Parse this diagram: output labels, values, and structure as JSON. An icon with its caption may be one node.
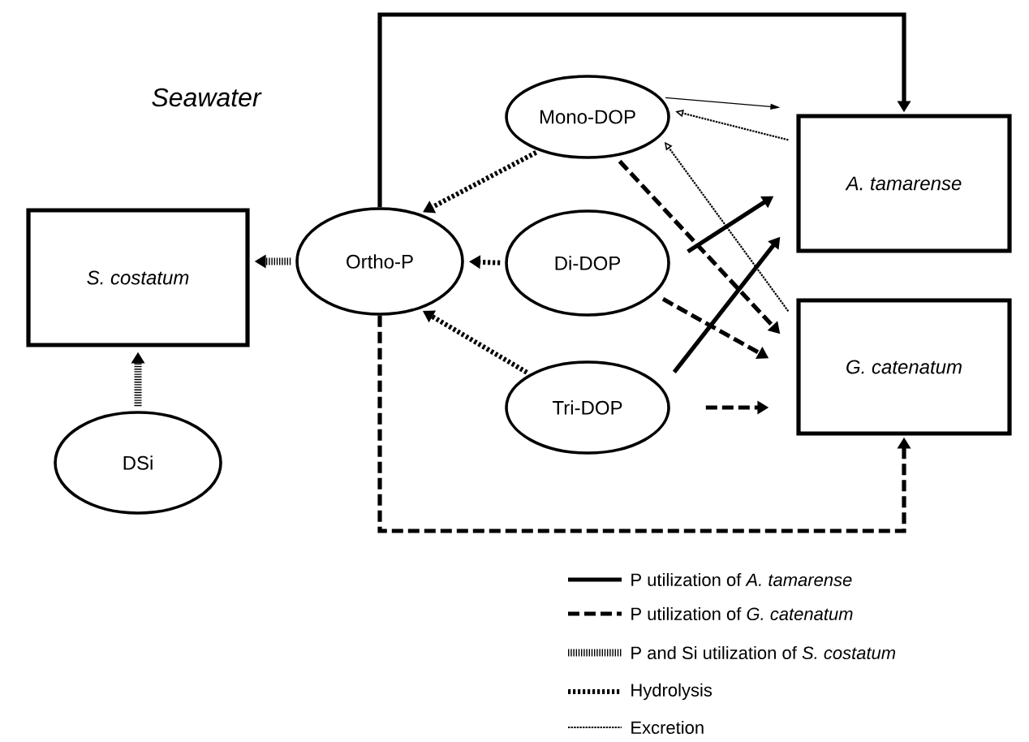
{
  "diagram": {
    "nodes": [
      {
        "text": [
          "Mono-DOP"
        ]
      },
      {
        "text": [
          "A. tamarense"
        ]
      },
      {
        "text": [
          "S. costatum"
        ]
      },
      {
        "text": [
          "Ortho-P"
        ]
      },
      {
        "text": [
          "Di-DOP"
        ]
      },
      {
        "text": [
          "G. catenatum"
        ]
      },
      {
        "text": [
          "Tri-DOP"
        ]
      },
      {
        "text": [
          "DSi"
        ]
      }
    ],
    "edges": [
      {
        "from": 0,
        "to": 3,
        "arrow": "to",
        "style": "dashed"
      },
      {
        "from": 4,
        "to": 3,
        "arrow": "to",
        "style": "dashed"
      },
      {
        "from": 6,
        "to": 3,
        "arrow": "to",
        "style": "dashed"
      },
      {
        "from": 3,
        "to": 2,
        "arrow": "to",
        "style": "dashed"
      },
      {
        "from": 7,
        "to": 2,
        "arrow": "to",
        "style": "dashed"
      },
      {
        "from": 3,
        "to": 1,
        "arrow": "to"
      },
      {
        "from": 3,
        "to": 5,
        "arrow": "to",
        "style": "dashed"
      },
      {
        "from": 0,
        "to": 1,
        "arrow": "to"
      },
      {
        "from": 1,
        "to": 0,
        "arrow": "to",
        "style": "dashed"
      },
      {
        "from": 5,
        "to": 0,
        "arrow": "to",
        "style": "dashed"
      },
      {
        "from": 0,
        "to": 5,
        "arrow": "to",
        "style": "dashed"
      },
      {
        "from": 4,
        "to": 5,
        "arrow": "to",
        "style": "dashed"
      },
      {
        "from": 6,
        "to": 5,
        "arrow": "to",
        "style": "dashed"
      },
      {
        "from": 4,
        "to": 1,
        "arrow": "to"
      },
      {
        "from": 6,
        "to": 1,
        "arrow": "to"
      }
    ],
    "labels": [
      "Seawater"
    ],
    "legend": [
      {
        "text": "P utilization of *A. tamarense*"
      },
      {
        "text": "P utilization of *G. catenatum*"
      },
      {
        "text": "P and Si utilization of *S. costatum*"
      },
      {
        "text": "Hydrolysis"
      },
      {
        "text": "Excretion"
      }
    ]
  }
}
